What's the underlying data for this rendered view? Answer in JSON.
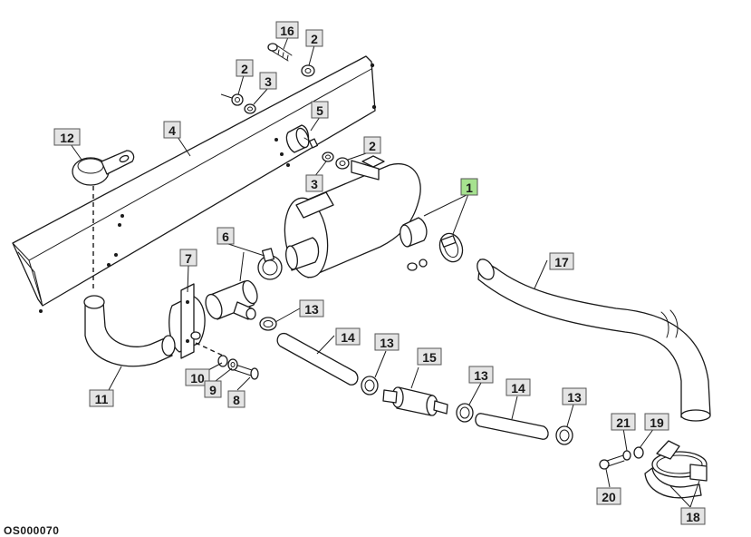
{
  "colors": {
    "box_fill": "#e4e4e4",
    "highlight_box_fill": "#a6e28f",
    "line": "#1a1a1a"
  },
  "callouts": [
    {
      "id": "c16",
      "label": "16",
      "highlight": false
    },
    {
      "id": "c2a",
      "label": "2",
      "highlight": false
    },
    {
      "id": "c2b",
      "label": "2",
      "highlight": false
    },
    {
      "id": "c3a",
      "label": "3",
      "highlight": false
    },
    {
      "id": "c5",
      "label": "5",
      "highlight": false
    },
    {
      "id": "c4",
      "label": "4",
      "highlight": false
    },
    {
      "id": "c12",
      "label": "12",
      "highlight": false
    },
    {
      "id": "c2c",
      "label": "2",
      "highlight": false
    },
    {
      "id": "c3b",
      "label": "3",
      "highlight": false
    },
    {
      "id": "c1",
      "label": "1",
      "highlight": true
    },
    {
      "id": "c6",
      "label": "6",
      "highlight": false
    },
    {
      "id": "c7",
      "label": "7",
      "highlight": false
    },
    {
      "id": "c17",
      "label": "17",
      "highlight": false
    },
    {
      "id": "c13a",
      "label": "13",
      "highlight": false
    },
    {
      "id": "c14a",
      "label": "14",
      "highlight": false
    },
    {
      "id": "c13b",
      "label": "13",
      "highlight": false
    },
    {
      "id": "c15",
      "label": "15",
      "highlight": false
    },
    {
      "id": "c13c",
      "label": "13",
      "highlight": false
    },
    {
      "id": "c14b",
      "label": "14",
      "highlight": false
    },
    {
      "id": "c13d",
      "label": "13",
      "highlight": false
    },
    {
      "id": "c10",
      "label": "10",
      "highlight": false
    },
    {
      "id": "c9",
      "label": "9",
      "highlight": false
    },
    {
      "id": "c8",
      "label": "8",
      "highlight": false
    },
    {
      "id": "c11",
      "label": "11",
      "highlight": false
    },
    {
      "id": "c21",
      "label": "21",
      "highlight": false
    },
    {
      "id": "c19",
      "label": "19",
      "highlight": false
    },
    {
      "id": "c20",
      "label": "20",
      "highlight": false
    },
    {
      "id": "c18",
      "label": "18",
      "highlight": false
    }
  ],
  "footer": {
    "code": "OS000070"
  }
}
